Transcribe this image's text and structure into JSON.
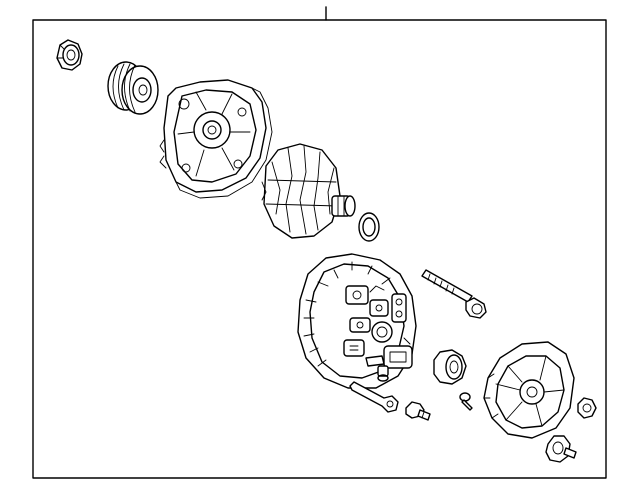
{
  "diagram": {
    "style": "exploded-parts-line-drawing",
    "line_color": "#000000",
    "background": "#ffffff",
    "parts": [
      {
        "id": "pulley-cap"
      },
      {
        "id": "drive-pulley"
      },
      {
        "id": "drive-end-frame"
      },
      {
        "id": "rotor"
      },
      {
        "id": "o-ring"
      },
      {
        "id": "stator-rectifier-assembly"
      },
      {
        "id": "through-bolt"
      },
      {
        "id": "bushing"
      },
      {
        "id": "terminal-bracket"
      },
      {
        "id": "small-bolt"
      },
      {
        "id": "terminal-screw"
      },
      {
        "id": "rear-end-cover"
      },
      {
        "id": "cover-nut"
      },
      {
        "id": "terminal-stud"
      }
    ]
  }
}
